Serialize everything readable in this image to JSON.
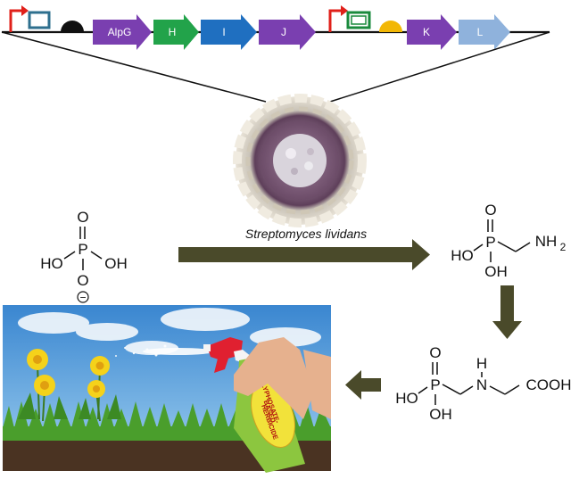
{
  "gene_cluster": {
    "operon_1": [
      "AlpG",
      "H",
      "I",
      "J"
    ],
    "operon_2": [
      "K",
      "L"
    ],
    "colors": {
      "promoter": "#e0201a",
      "rbs_box_1": "#2e6f8e",
      "rbs_box_2": "#1a8a3c",
      "terminator_1": "#111111",
      "terminator_2": "#f2b705",
      "AlpG": "#7a3fb0",
      "H": "#22a34a",
      "I": "#1f6fc0",
      "J": "#7a3fb0",
      "K": "#7a3fb0",
      "L": "#8fb2dc"
    }
  },
  "organism": {
    "name": "Streptomyces lividans"
  },
  "molecules": {
    "phosphite": {
      "atoms": [
        "O",
        "P",
        "HO",
        "OH",
        "O"
      ],
      "charge": "−"
    },
    "aminomethylphosphonic_acid": {
      "atoms": [
        "O",
        "P",
        "HO",
        "OH",
        "NH",
        "2"
      ]
    },
    "glyphosate": {
      "atoms": [
        "O",
        "P",
        "HO",
        "OH",
        "H",
        "N",
        "COOH"
      ]
    }
  },
  "photo": {
    "bottle_label": [
      "GLYPHOSATE-",
      "BASED",
      "HERBICIDE"
    ]
  },
  "colors": {
    "arrow": "#4a4a2a",
    "sky_top": "#3a86d0",
    "sky_bottom": "#9fd0f0",
    "grass": "#4a9e2c",
    "soil": "#4a3322",
    "bottle": "#8cc63f",
    "trigger": "#e02030"
  }
}
